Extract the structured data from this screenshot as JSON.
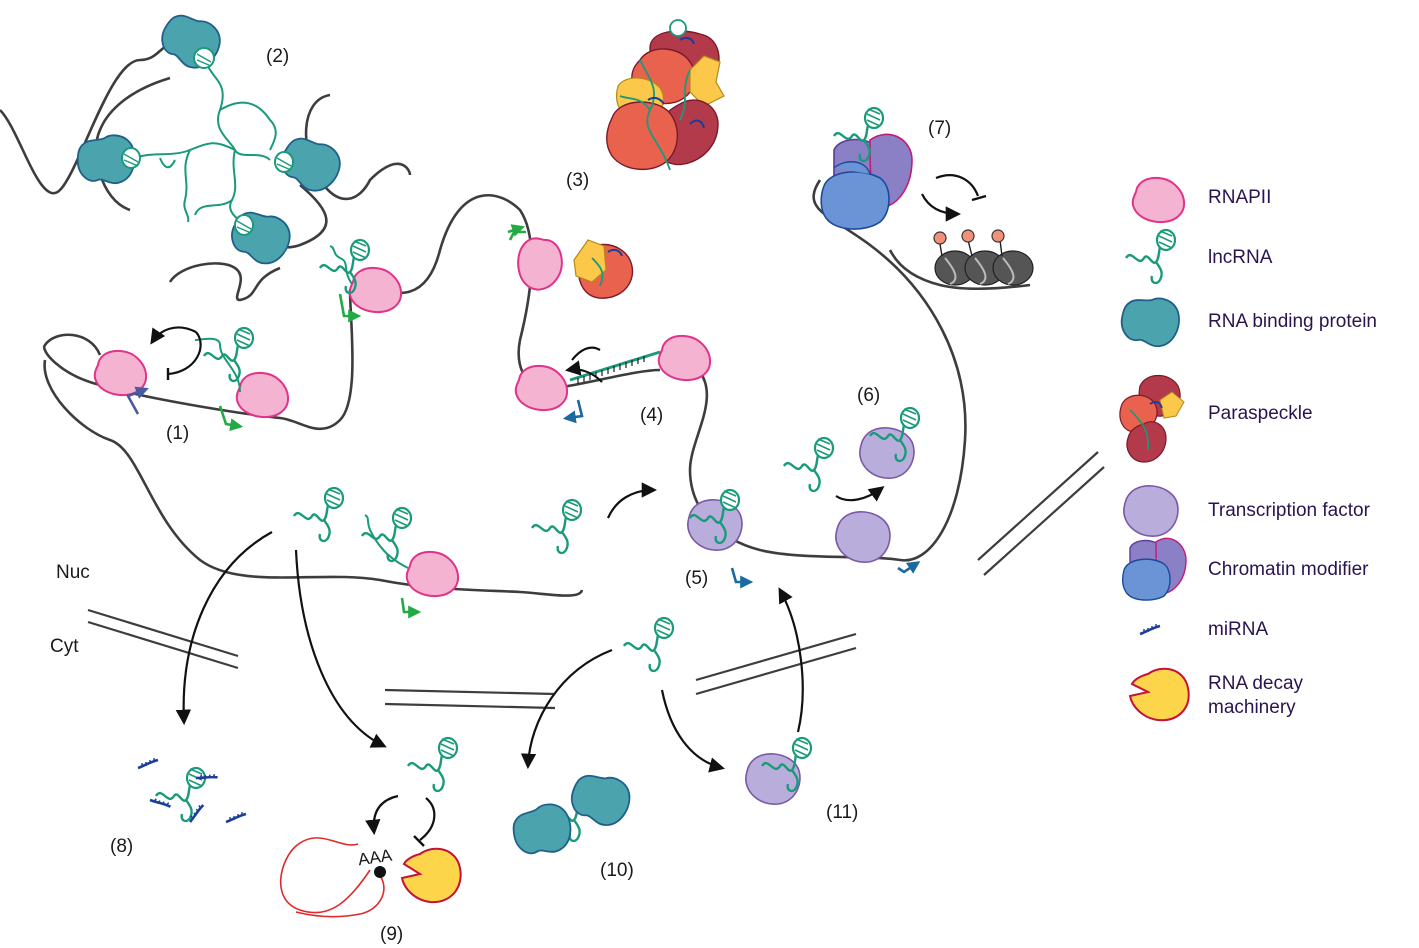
{
  "labels": {
    "n1": "(1)",
    "n2": "(2)",
    "n3": "(3)",
    "n4": "(4)",
    "n5": "(5)",
    "n6": "(6)",
    "n7": "(7)",
    "n8": "(8)",
    "n9": "(9)",
    "n10": "(10)",
    "n11": "(11)",
    "nuc": "Nuc",
    "cyt": "Cyt",
    "aaa": "AAA"
  },
  "legend": {
    "items": [
      {
        "label": "RNAPII",
        "icon": "rnapii-icon"
      },
      {
        "label": "lncRNA",
        "icon": "lncrna-icon"
      },
      {
        "label": "RNA binding protein",
        "icon": "rna-binding-protein-icon"
      },
      {
        "label": "Paraspeckle",
        "icon": "paraspeckle-icon"
      },
      {
        "label": "Transcription factor",
        "icon": "transcription-factor-icon"
      },
      {
        "label": "Chromatin modifier",
        "icon": "chromatin-modifier-icon"
      },
      {
        "label": "miRNA",
        "icon": "mirna-icon"
      },
      {
        "label": "RNA decay machinery",
        "icon": "rna-decay-machinery-icon"
      }
    ]
  },
  "colors": {
    "rnapii_fill": "#f4b3d0",
    "rnapii_stroke": "#e0338a",
    "lncrna": "#1a9a7a",
    "rbp_fill": "#4aa3ad",
    "rbp_stroke": "#1f5f8a",
    "tf_fill": "#b9addb",
    "tf_stroke": "#7a5aa8",
    "chromatin_a": "#8b7fc6",
    "chromatin_b": "#6a94d6",
    "mirna": "#1a3f9a",
    "decay_fill": "#fcd54a",
    "decay_stroke": "#c4123a",
    "promoter_green": "#22aa44",
    "promoter_blue": "#1a6aa0",
    "promoter_navy": "#4a5aa0",
    "chromatin_line": "#3d3d3d",
    "para_red": "#e8624e",
    "para_dark": "#b23a4a",
    "para_yellow": "#fbc84a"
  }
}
